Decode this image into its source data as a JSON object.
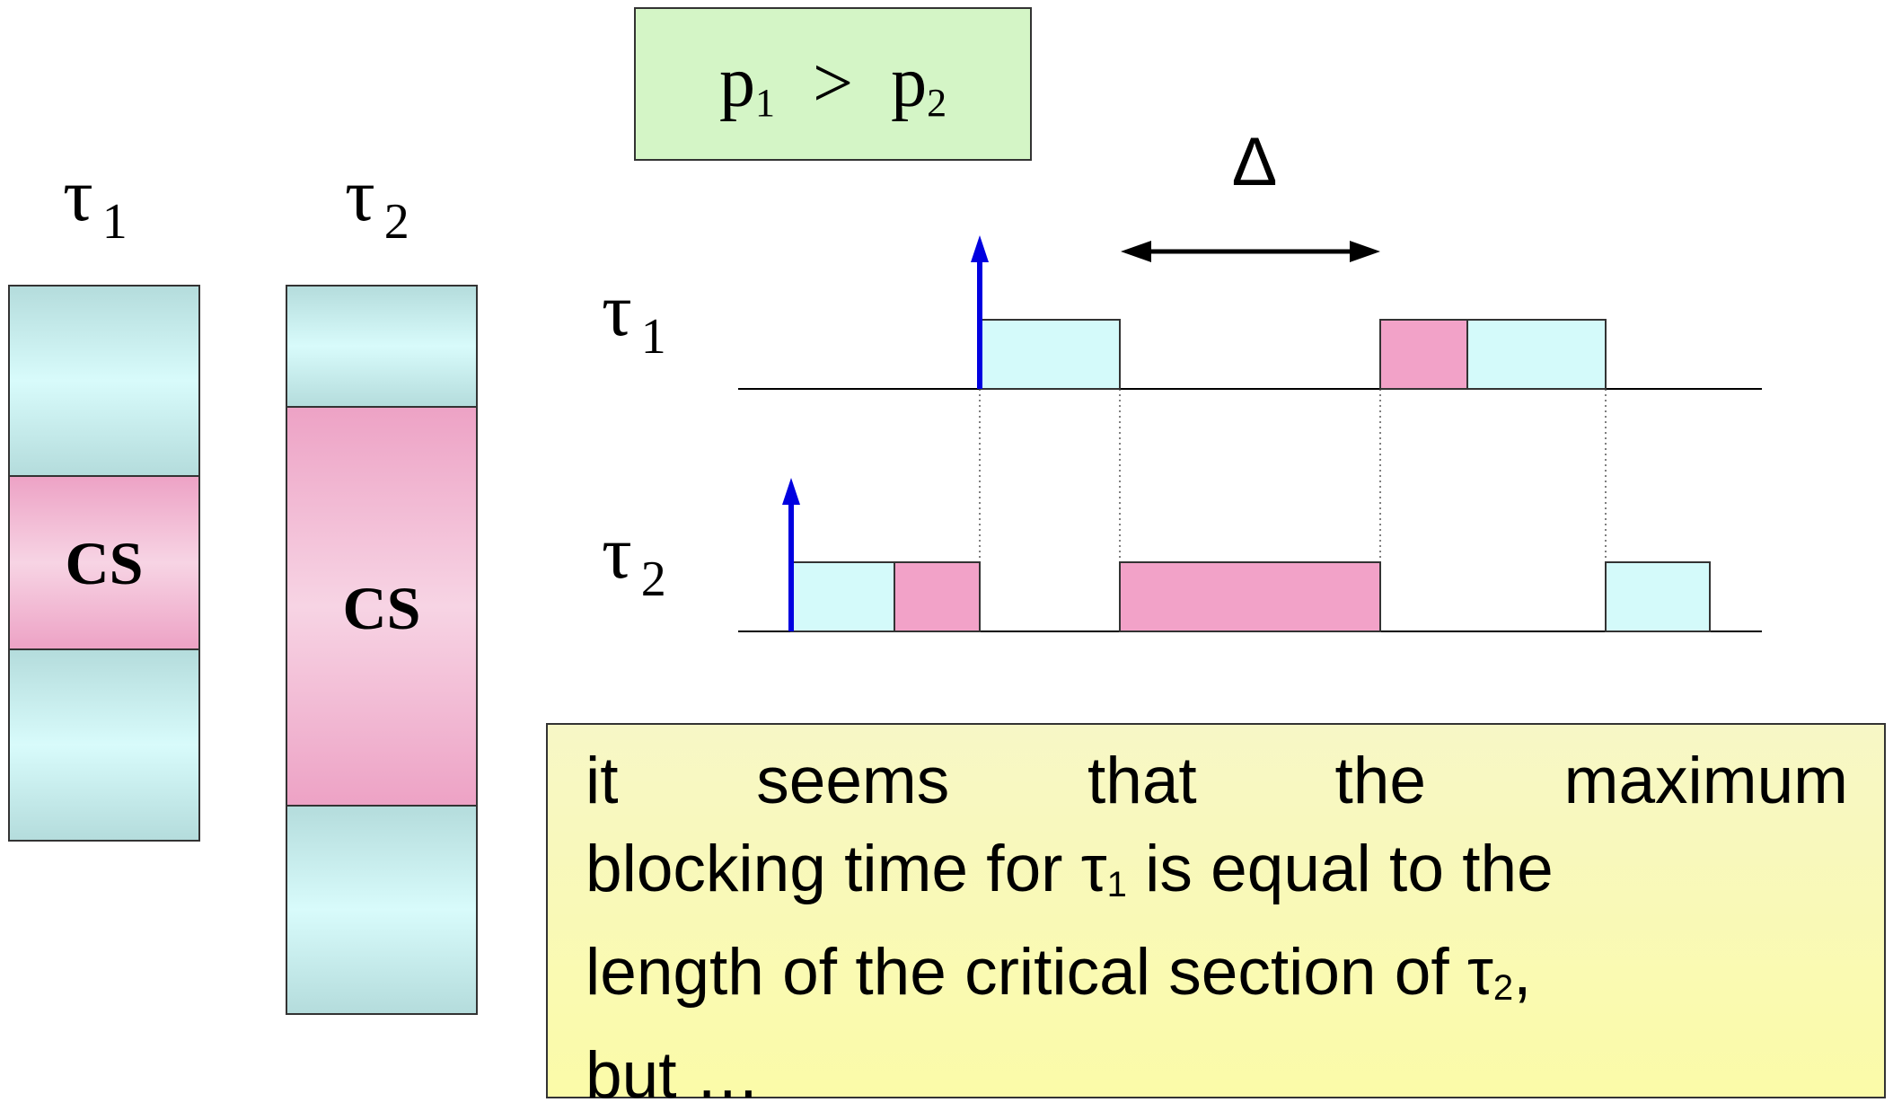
{
  "priority": {
    "p1": "p",
    "p1_sub": "1",
    "operator": ">",
    "p2": "p",
    "p2_sub": "2"
  },
  "tasks": {
    "tau1": "τ",
    "tau1_sub": "1",
    "tau2": "τ",
    "tau2_sub": "2"
  },
  "critical_section_label": "CS",
  "delta_label": "Δ",
  "note": {
    "line1": "it seems that the maximum",
    "line2_pre": "blocking time for ",
    "line2_tau": "τ",
    "line2_sub": "1",
    "line2_post": " is equal to the",
    "line3_pre": "length of the critical section of ",
    "line3_tau": "τ",
    "line3_sub": "2",
    "line3_post": ",",
    "line4": "but …"
  },
  "colors": {
    "normal_execution": "#d4fafa",
    "critical_section": "#f2a2c8",
    "arrival_arrow": "#0000e0",
    "priority_box": "#d4f5c6",
    "note_box": "#fbfba8"
  }
}
